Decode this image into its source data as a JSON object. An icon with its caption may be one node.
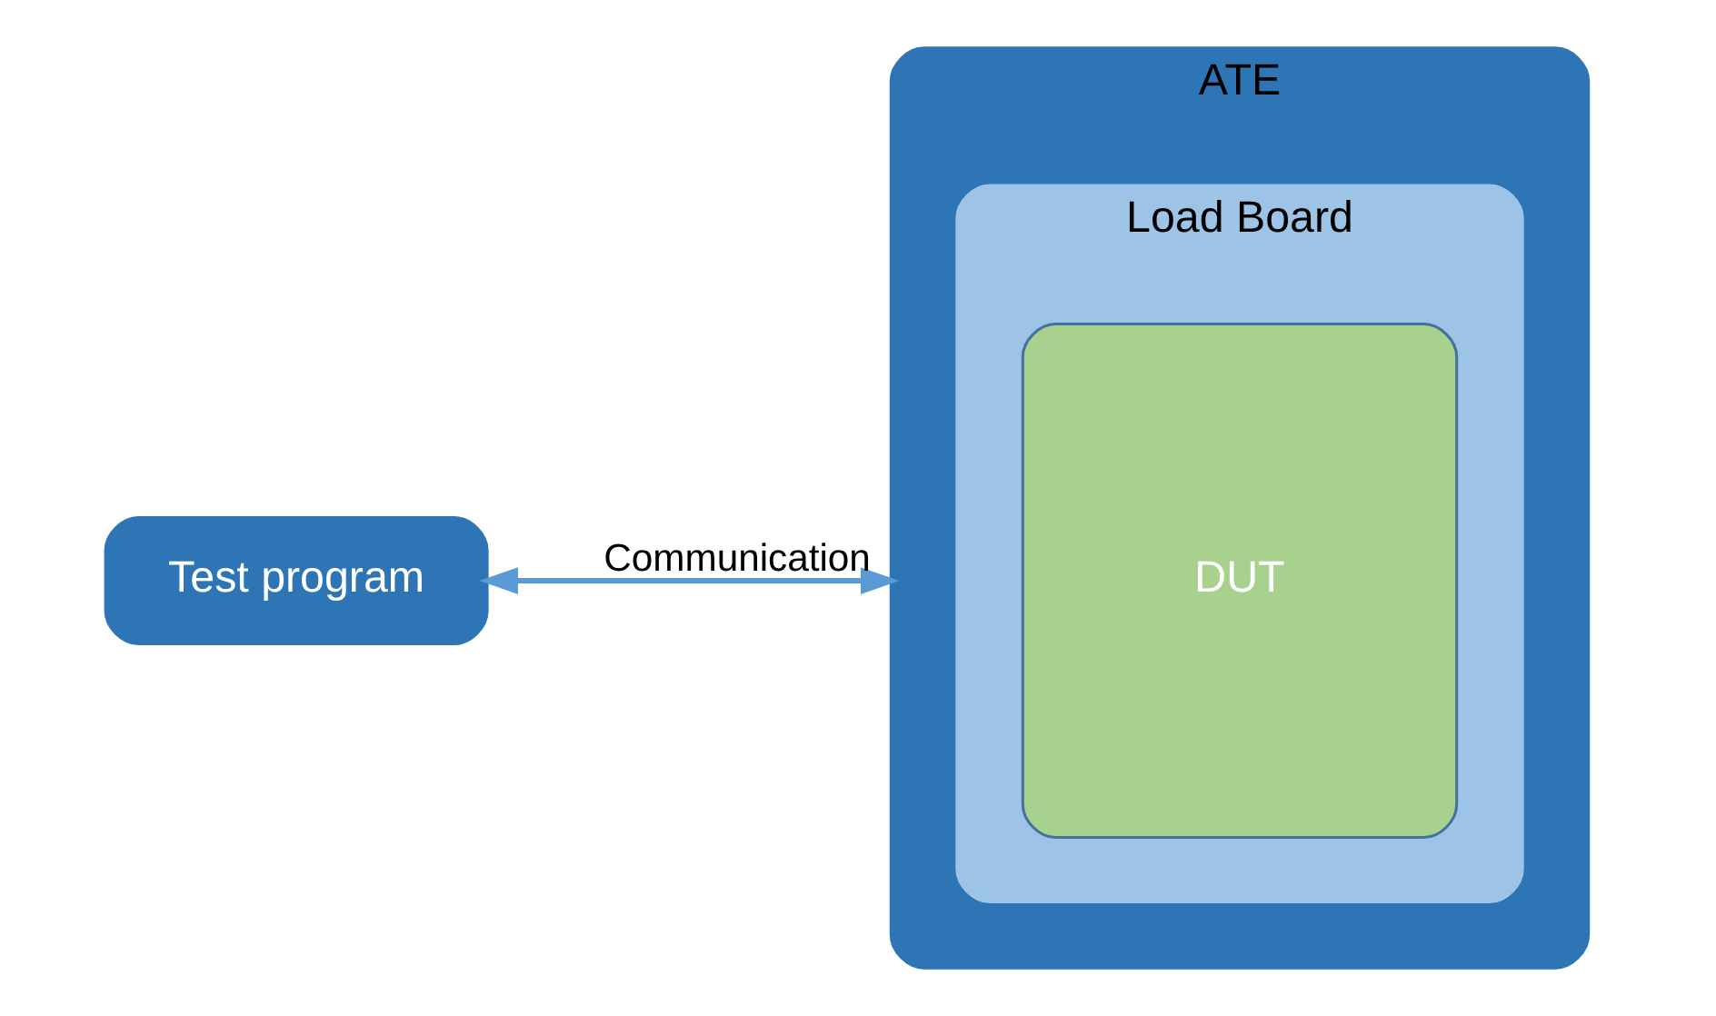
{
  "diagram": {
    "nodes": [
      {
        "text": [
          "Test program"
        ]
      },
      {
        "text": [
          "ATE"
        ]
      },
      {
        "text": [
          "Load Board"
        ],
        "in": 1
      },
      {
        "text": [
          "DUT"
        ],
        "in": 2
      }
    ],
    "edges": [
      {
        "from": 0,
        "to": 1,
        "arrow": "both",
        "label": "Communication",
        "color": "#5b9bd5"
      }
    ]
  }
}
